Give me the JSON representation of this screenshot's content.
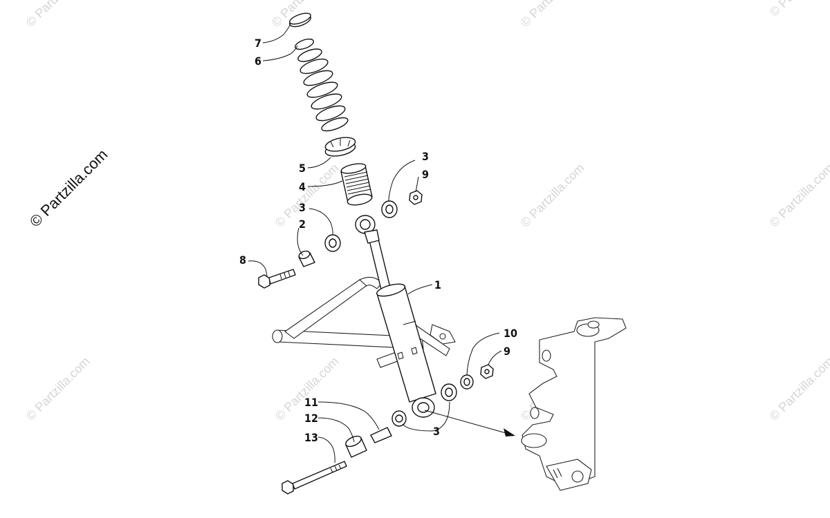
{
  "watermark": {
    "main": "© Partzilla.com",
    "tile": "© Partzilla.com"
  },
  "callouts": {
    "c1": "1",
    "c2": "2",
    "c3a": "3",
    "c3b": "3",
    "c3c": "3",
    "c4": "4",
    "c5": "5",
    "c6": "6",
    "c7": "7",
    "c8": "8",
    "c9a": "9",
    "c9b": "9",
    "c10": "10",
    "c11": "11",
    "c12": "12",
    "c13": "13"
  },
  "colors": {
    "line": "#111111",
    "watermark": "#c8c8c8",
    "background": "#ffffff"
  }
}
